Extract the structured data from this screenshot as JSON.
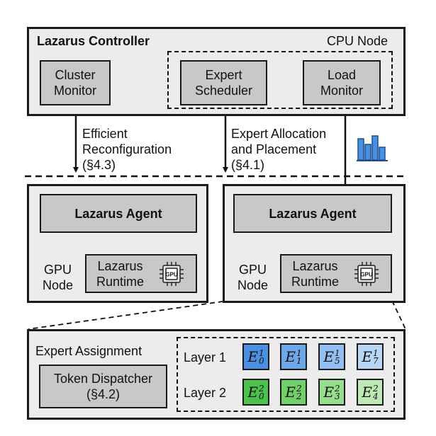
{
  "controller": {
    "title": "Lazarus Controller",
    "node_label": "CPU Node",
    "cluster_monitor": "Cluster Monitor",
    "expert_scheduler": "Expert Scheduler",
    "load_monitor": "Load Monitor"
  },
  "arrows": {
    "reconfig": [
      "Efficient",
      "Reconfiguration",
      "(§4.3)"
    ],
    "allocation": [
      "Expert Allocation",
      "and Placement",
      "(§4.1)"
    ]
  },
  "gpu_nodes": [
    {
      "agent": "Lazarus Agent",
      "node": [
        "GPU",
        "Node"
      ],
      "runtime": [
        "Lazarus",
        "Runtime"
      ],
      "chip": "GPU"
    },
    {
      "agent": "Lazarus Agent",
      "node": [
        "GPU",
        "Node"
      ],
      "runtime": [
        "Lazarus",
        "Runtime"
      ],
      "chip": "GPU"
    }
  ],
  "runtime_detail": {
    "assignment_label": "Expert Assignment",
    "dispatcher": [
      "Token Dispatcher",
      "(§4.2)"
    ],
    "layers": [
      {
        "label": "Layer 1",
        "color": "#4a8fe0",
        "experts": [
          {
            "base": "E",
            "sub": "0",
            "sup": "1",
            "color": "#4a8fe0"
          },
          {
            "base": "E",
            "sub": "1",
            "sup": "1",
            "color": "#6fa8ea"
          },
          {
            "base": "E",
            "sub": "5",
            "sup": "1",
            "color": "#93c0f0"
          },
          {
            "base": "E",
            "sub": "7",
            "sup": "1",
            "color": "#b9d6f6"
          }
        ]
      },
      {
        "label": "Layer 2",
        "color": "#4cc24c",
        "experts": [
          {
            "base": "E",
            "sub": "0",
            "sup": "2",
            "color": "#4cc24c"
          },
          {
            "base": "E",
            "sub": "2",
            "sup": "2",
            "color": "#72d06a"
          },
          {
            "base": "E",
            "sub": "3",
            "sup": "2",
            "color": "#97dd8e"
          },
          {
            "base": "E",
            "sub": "4",
            "sup": "2",
            "color": "#bde9b5"
          }
        ]
      }
    ]
  },
  "icons": {
    "load_chart": "bar-chart-icon",
    "chip": "gpu-chip-icon"
  },
  "colors": {
    "panel": "#ececec",
    "box": "#c8c8c8",
    "chart_blue": "#4a90e2"
  }
}
